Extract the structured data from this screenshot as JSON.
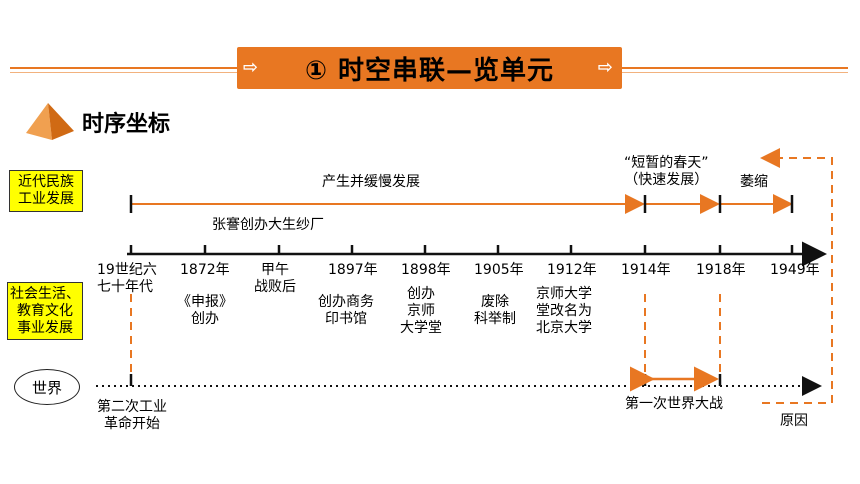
{
  "header": {
    "title": "① 时空串联—览单元",
    "left_arrow": "⇨",
    "right_arrow": "⇨"
  },
  "section": {
    "title": "时序坐标",
    "icon": "pyramid-icon"
  },
  "left_labels": {
    "industry": "近代民族\n工业发展",
    "society": "社会生活、\n教育文化\n事业发展",
    "world": "世界"
  },
  "industry_labels": {
    "growth": "产生并缓慢发展",
    "spring": "“短暂的春天”\n（快速发展）",
    "decline": "萎缩",
    "zhangjian": "张謇创办大生纱厂"
  },
  "timeline": {
    "years": [
      "19世纪六\n七十年代",
      "1872年",
      "甲午\n战败后",
      "1897年",
      "1898年",
      "1905年",
      "1912年",
      "1914年",
      "1918年",
      "1949年"
    ],
    "events": [
      "《申报》\n创办",
      "创办商务\n印书馆",
      "创办\n京师\n大学堂",
      "废除\n科举制",
      "京师大学\n堂改名为\n北京大学"
    ]
  },
  "world_labels": {
    "industrial_revolution": "第二次工业\n革命开始",
    "ww1": "第一次世界大战",
    "cause": "原因"
  },
  "colors": {
    "accent": "#E87722",
    "highlight": "#FFFF00"
  }
}
